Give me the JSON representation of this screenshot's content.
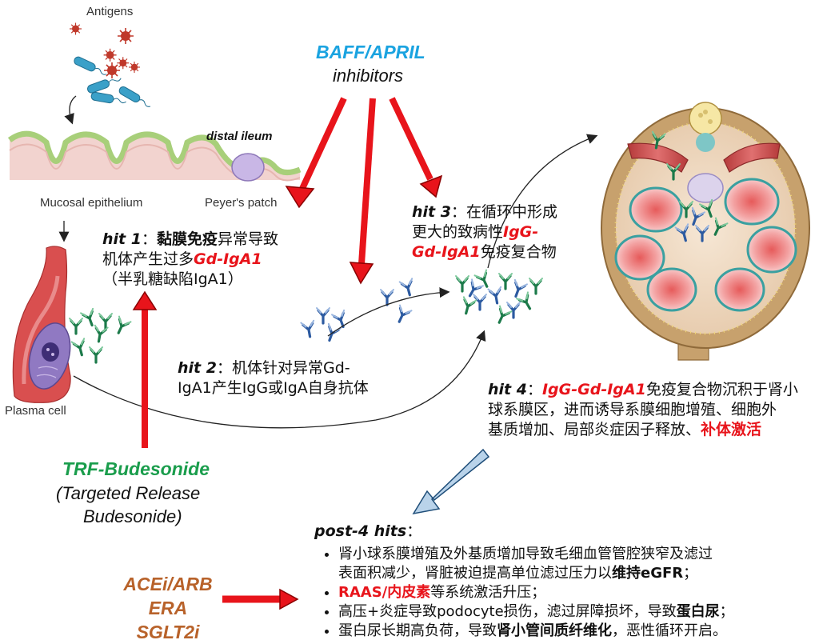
{
  "labels": {
    "antigens": "Antigens",
    "distal_ileum": "distal ileum",
    "mucosal_epithelium": "Mucosal epithelium",
    "peyers_patch": "Peyer's patch",
    "plasma_cell": "Plasma cell"
  },
  "drugs": {
    "baff": "BAFF/APRIL",
    "baff_sub": "inhibitors",
    "trf": "TRF-Budesonide",
    "trf_sub1": "(Targeted Release",
    "trf_sub2": "Budesonide)",
    "acei": "ACEi/ARB",
    "era": "ERA",
    "sglt2": "SGLT2i"
  },
  "hit1": {
    "tag": "hit 1",
    "colon": "：",
    "bold": "黏膜免疫",
    "text1": "异常导致",
    "text2": "机体产生过多",
    "red": "Gd-IgA1",
    "text3": "（半乳糖缺陷IgA1）"
  },
  "hit2": {
    "tag": "hit 2",
    "colon": "：",
    "text1": "机体针对异常Gd-",
    "text2": "IgA1产生IgG或IgA自身抗体"
  },
  "hit3": {
    "tag": "hit 3",
    "colon": "：",
    "text1": "在循环中形成",
    "text2": "更大的致病性",
    "red1": "IgG-",
    "red2": "Gd-IgA1",
    "text3": "免疫复合物"
  },
  "hit4": {
    "tag": "hit 4",
    "colon": "：",
    "red": "IgG-Gd-IgA1",
    "text1": "免疫复合物沉积于肾小",
    "text2": "球系膜区，进而诱导系膜细胞增殖、细胞外",
    "text3": "基质增加、局部炎症因子释放、",
    "red_end": "补体激活"
  },
  "post": {
    "title": "post-4 hits",
    "colon": "：",
    "b1_a": "肾小球系膜增殖及外基质增加导致毛细血管管腔狭窄及滤过",
    "b1_b": "表面积减少，肾脏被迫提高单位滤过压力以",
    "b1_bold": "维持eGFR",
    "b1_end": "；",
    "b2_red": "RAAS/内皮素",
    "b2_rest": "等系统激活升压；",
    "b3_a": "高压+炎症导致podocyte损伤，滤过屏障损坏，导致",
    "b3_bold": "蛋白尿",
    "b3_end": "；",
    "b4_a": "蛋白尿长期高负荷，导致",
    "b4_bold": "肾小管间质纤维化",
    "b4_end": "，恶性循环开启。"
  },
  "colors": {
    "red_arrow": "#e8141b",
    "baff_blue": "#1aa3e0",
    "trf_green": "#1a9d4c",
    "acei_orange": "#b8622a",
    "highlight_red": "#e8141b",
    "blue_arrow": "#b9d3ea"
  }
}
